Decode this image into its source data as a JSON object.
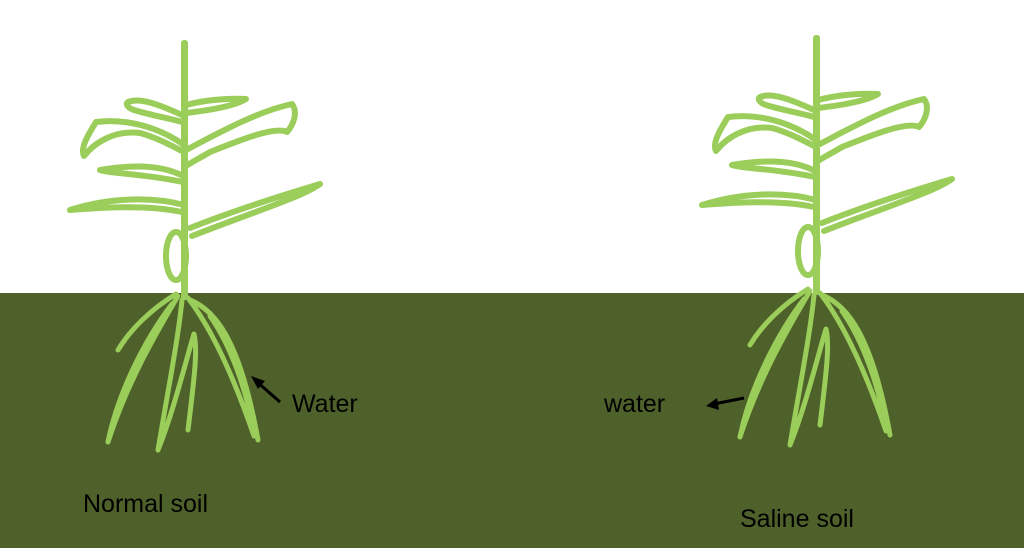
{
  "labels": {
    "water_normal": "Water",
    "water_saline": "water",
    "normal_soil": "Normal soil",
    "saline_soil": "Saline soil"
  },
  "colors": {
    "sky": "#ffffff",
    "soil": "#4f612a",
    "plant": "#9acd59",
    "arrow": "#000000"
  },
  "icons": {
    "normal_plant": "plant-icon",
    "saline_plant": "plant-icon",
    "water_in_arrow": "arrow-icon",
    "water_out_arrow": "arrow-icon"
  }
}
